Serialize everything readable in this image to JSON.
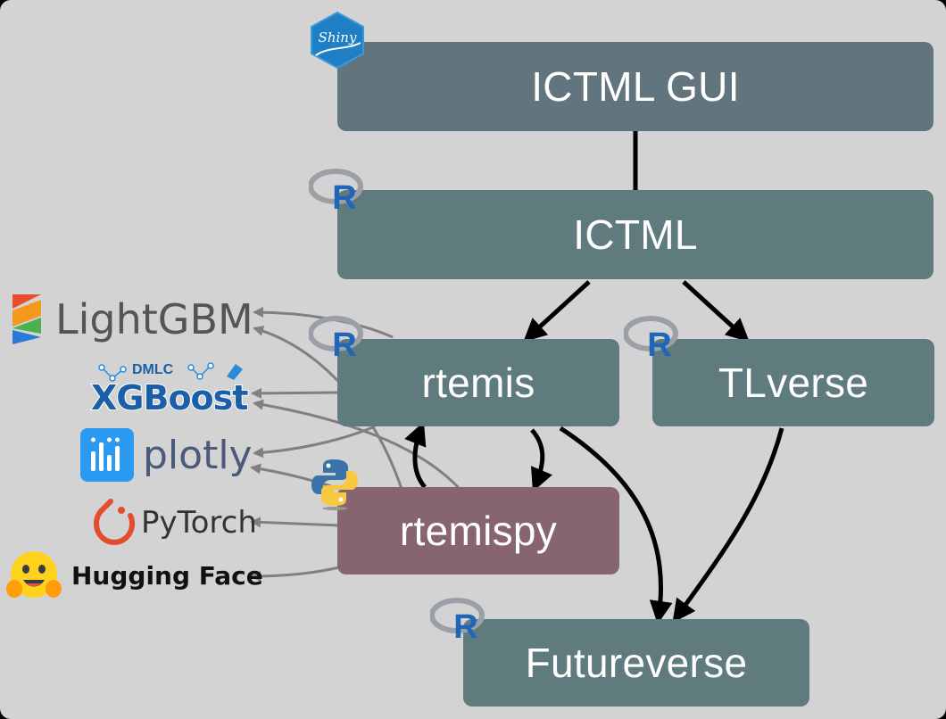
{
  "diagram": {
    "nodes": {
      "ictml_gui": "ICTML GUI",
      "ictml": "ICTML",
      "rtemis": "rtemis",
      "tlverse": "TLverse",
      "rtemispy": "rtemispy",
      "futureverse": "Futureverse"
    },
    "badges": {
      "shiny": "Shiny",
      "r": "R"
    },
    "libraries": {
      "lightgbm": "LightGBM",
      "xgboost_top": "DMLC",
      "xgboost": "XGBoost",
      "plotly": "plotly",
      "pytorch": "PyTorch",
      "huggingface": "Hugging Face"
    },
    "edges": [
      {
        "from": "ICTML GUI",
        "to": "ICTML"
      },
      {
        "from": "ICTML",
        "to": "rtemis"
      },
      {
        "from": "ICTML",
        "to": "TLverse"
      },
      {
        "from": "rtemis",
        "to": "rtemispy"
      },
      {
        "from": "rtemispy",
        "to": "rtemis"
      },
      {
        "from": "rtemis",
        "to": "Futureverse"
      },
      {
        "from": "TLverse",
        "to": "Futureverse"
      },
      {
        "from": "rtemis",
        "to": "LightGBM"
      },
      {
        "from": "rtemis",
        "to": "XGBoost"
      },
      {
        "from": "rtemis",
        "to": "plotly"
      },
      {
        "from": "rtemispy",
        "to": "LightGBM"
      },
      {
        "from": "rtemispy",
        "to": "XGBoost"
      },
      {
        "from": "rtemispy",
        "to": "plotly"
      },
      {
        "from": "rtemispy",
        "to": "PyTorch"
      },
      {
        "from": "rtemispy",
        "to": "Hugging Face"
      }
    ],
    "colors": {
      "background": "#d3d3d3",
      "gui_node": "#62757f",
      "r_node": "#5f7b7e",
      "py_node": "#866571",
      "edge_main": "#000000",
      "edge_lib": "#808080"
    }
  }
}
